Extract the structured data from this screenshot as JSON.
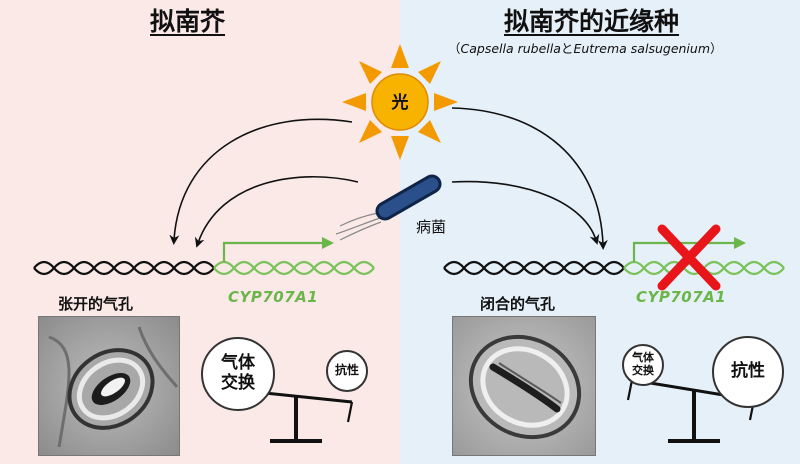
{
  "left": {
    "title": "拟南芥",
    "stomata_label": "张开的气孔",
    "gene": "CYP707A1",
    "balance_heavy": "气体交换",
    "balance_light": "抗性"
  },
  "right": {
    "title": "拟南芥的近缘种",
    "subtitle_pre": "（",
    "species_a": "Capsella rubella",
    "conj": "と",
    "species_b": "Eutrema salsugenium",
    "subtitle_post": "）",
    "stomata_label": "闭合的气孔",
    "gene": "CYP707A1",
    "balance_light": "气体交换",
    "balance_heavy": "抗性"
  },
  "sun_label": "光",
  "pathogen_label": "病菌",
  "colors": {
    "left_bg": "#fbe9e8",
    "right_bg": "#e6f0f8",
    "gene_green": "#6bb64a",
    "sun_yellow": "#f7b300",
    "sun_orange": "#f29a00",
    "bacterium_blue": "#1f3d6e",
    "cross_red": "#e8161b"
  }
}
